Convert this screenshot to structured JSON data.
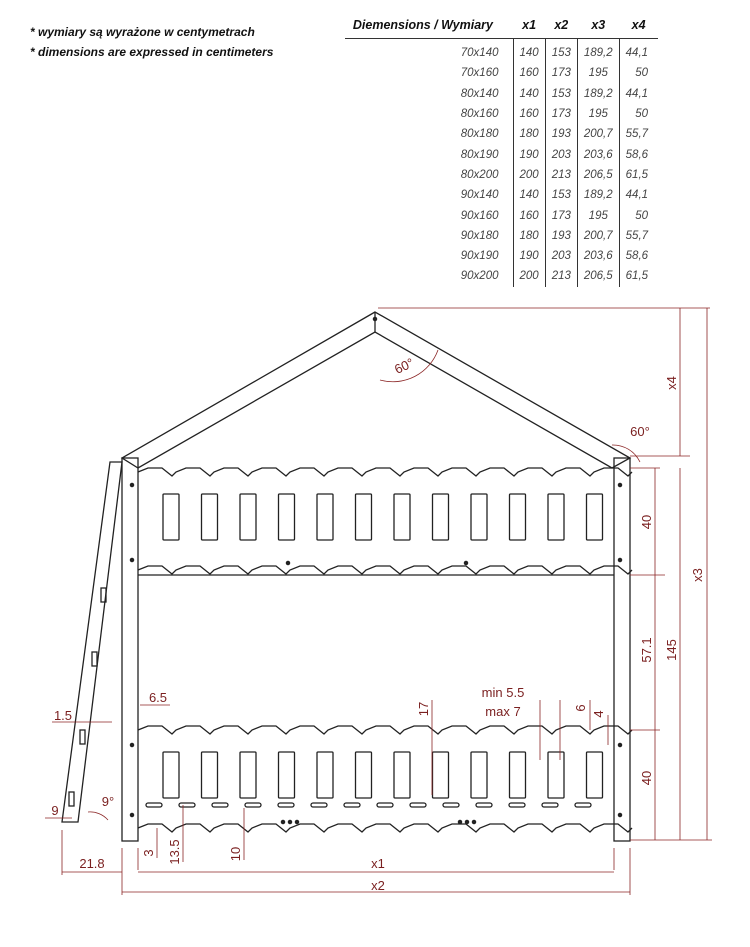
{
  "notes": {
    "line1": "* wymiary są wyrażone w centymetrach",
    "line2": "* dimensions are expressed in centimeters"
  },
  "table": {
    "headers": [
      "Diemensions / Wymiary",
      "x1",
      "x2",
      "x3",
      "x4"
    ],
    "rows": [
      [
        "70x140",
        "140",
        "153",
        "189,2",
        "44,1"
      ],
      [
        "70x160",
        "160",
        "173",
        "195",
        "50"
      ],
      [
        "80x140",
        "140",
        "153",
        "189,2",
        "44,1"
      ],
      [
        "80x160",
        "160",
        "173",
        "195",
        "50"
      ],
      [
        "80x180",
        "180",
        "193",
        "200,7",
        "55,7"
      ],
      [
        "80x190",
        "190",
        "203",
        "203,6",
        "58,6"
      ],
      [
        "80x200",
        "200",
        "213",
        "206,5",
        "61,5"
      ],
      [
        "90x140",
        "140",
        "153",
        "189,2",
        "44,1"
      ],
      [
        "90x160",
        "160",
        "173",
        "195",
        "50"
      ],
      [
        "90x180",
        "180",
        "193",
        "200,7",
        "55,7"
      ],
      [
        "90x190",
        "190",
        "203",
        "203,6",
        "58,6"
      ],
      [
        "90x200",
        "200",
        "213",
        "206,5",
        "61,5"
      ]
    ]
  },
  "labels": {
    "angle_top": "60°",
    "angle_right": "60°",
    "x4": "x4",
    "x3": "x3",
    "d40_top": "40",
    "d57": "57.1",
    "d145": "145",
    "d40_bottom": "40",
    "d17": "17",
    "min": "min 5.5",
    "max": "max 7",
    "d6": "6",
    "d4": "4",
    "d6_5": "6.5",
    "d1_5": "1.5",
    "d9": "9",
    "angle_leg": "9°",
    "d21_8": "21.8",
    "d3": "3",
    "d13_5": "13.5",
    "d10": "10",
    "x1": "x1",
    "x2": "x2"
  },
  "colors": {
    "ink": "#222222",
    "dimension": "#8b2525"
  }
}
